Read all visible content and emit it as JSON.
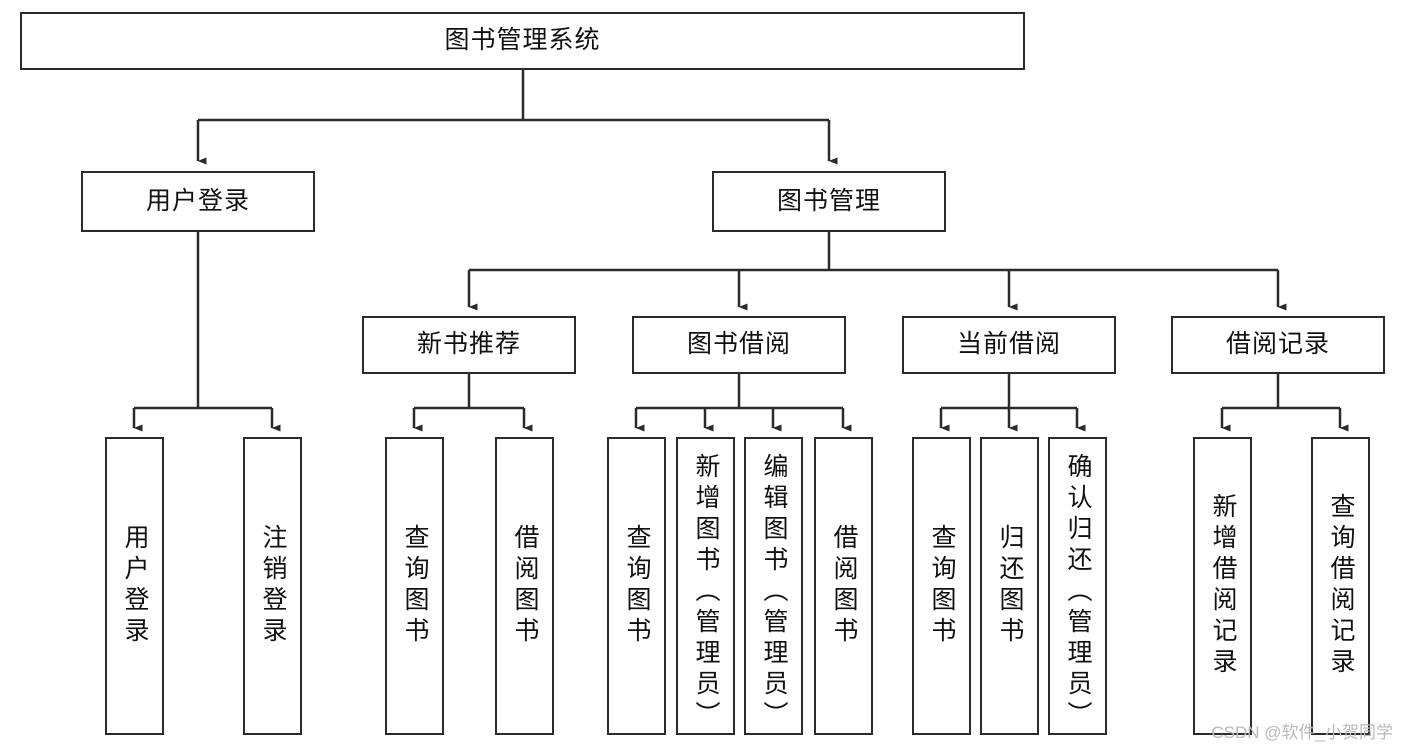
{
  "diagram": {
    "title": "图书管理系统",
    "type": "tree",
    "orientation": "top-down",
    "line_color": "#2b2b2b",
    "box_fill": "#ffffff",
    "text_color": "#111111",
    "watermark": "CSDN @软件_小贺同学",
    "nodes": {
      "root": {
        "label": "图书管理系统"
      },
      "level2": [
        {
          "id": "user-login",
          "label": "用户登录"
        },
        {
          "id": "book-manage",
          "label": "图书管理"
        }
      ],
      "level3": [
        {
          "id": "new-book-recommend",
          "label": "新书推荐"
        },
        {
          "id": "book-borrow",
          "label": "图书借阅"
        },
        {
          "id": "current-borrow",
          "label": "当前借阅"
        },
        {
          "id": "borrow-record",
          "label": "借阅记录"
        }
      ],
      "leaves": {
        "user-login": [
          {
            "id": "leaf-user-login",
            "label": "用户登录"
          },
          {
            "id": "leaf-logout-login",
            "label": "注销登录"
          }
        ],
        "new-book-recommend": [
          {
            "id": "leaf-query-book-1",
            "label": "查询图书"
          },
          {
            "id": "leaf-borrow-book-1",
            "label": "借阅图书"
          }
        ],
        "book-borrow": [
          {
            "id": "leaf-query-book-2",
            "label": "查询图书"
          },
          {
            "id": "leaf-add-book",
            "label": "新增图书（管理员）"
          },
          {
            "id": "leaf-edit-book",
            "label": "编辑图书（管理员）"
          },
          {
            "id": "leaf-borrow-book-2",
            "label": "借阅图书"
          }
        ],
        "current-borrow": [
          {
            "id": "leaf-query-book-3",
            "label": "查询图书"
          },
          {
            "id": "leaf-return-book",
            "label": "归还图书"
          },
          {
            "id": "leaf-confirm-return",
            "label": "确认归还（管理员）"
          }
        ],
        "borrow-record": [
          {
            "id": "leaf-add-record",
            "label": "新增借阅记录"
          },
          {
            "id": "leaf-query-record",
            "label": "查询借阅记录"
          }
        ]
      }
    }
  }
}
